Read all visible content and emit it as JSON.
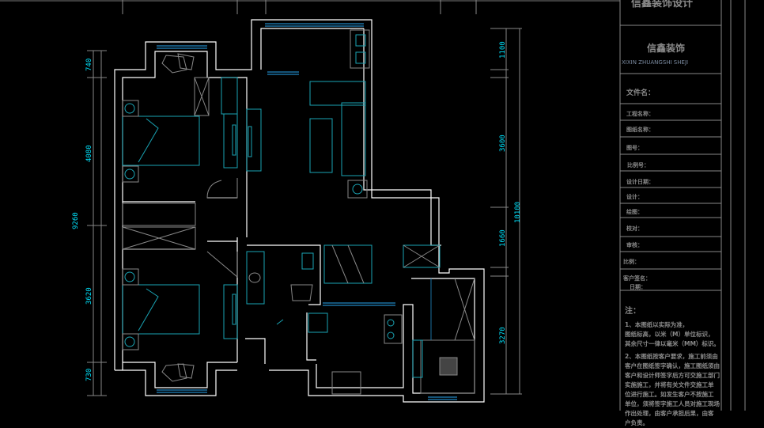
{
  "title_block": {
    "top_title": "信鑫装饰设计",
    "company_name": "信鑫装饰",
    "company_pinyin": "XIXIN ZHUANGSHI SHEJI",
    "fields": [
      "文件名：",
      "工程名称：",
      "图纸名称：",
      "图号：",
      "比例号：",
      "设计日期：",
      "设计：",
      "绘图：",
      "校对：",
      "审核：",
      "比例：",
      "客户签名：",
      "日期："
    ],
    "notes_title": "注：",
    "notes": [
      "1、本图纸以实际为准，",
      "图纸标高，以米（M）单位标识，",
      "其余尺寸一律以毫米（MM）标识。",
      "2、本图纸按客户要求，施工前须由",
      "客户在图纸签字确认，施工图纸须由",
      "客户和设计师签字后方可交施工部门",
      "实施施工，并将有关文件交施工单",
      "位进行施工。如发生客户不按施工",
      "单位，须将签字施工人员对施工现场",
      "作出处理，由客户承担后果，由客",
      "户负责。"
    ]
  },
  "dimensions": {
    "left": [
      "740",
      "4080",
      "9260",
      "3620",
      "730"
    ],
    "right": [
      "1100",
      "3600",
      "1660",
      "10100",
      "3270"
    ]
  },
  "colors": {
    "wall": "#ffffff",
    "furniture": "#1aa3b3",
    "window": "#1a6fa0",
    "hatch": "#808080",
    "dimension_text": "#00e5ff"
  }
}
